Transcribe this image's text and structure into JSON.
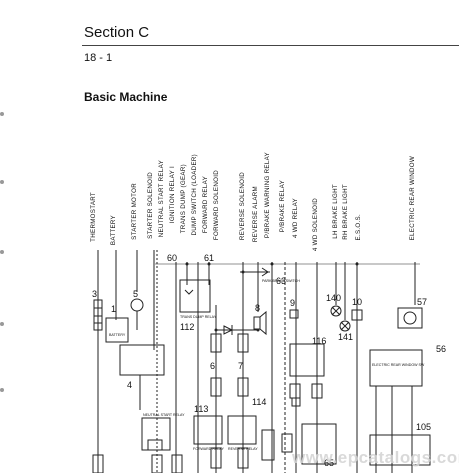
{
  "header": {
    "section": "Section C",
    "page_number": "18 - 1",
    "subtitle": "Basic Machine"
  },
  "components": [
    "THERMOSTART",
    "BATTERY",
    "STARTER MOTOR",
    "STARTER SOLENOID",
    "NEUTRAL START RELAY",
    "IGNITION RELAY I",
    "TRANS DUMP (GEAR)",
    "DUMP SWITCH (LOADER)",
    "FORWARD RELAY",
    "FORWARD SOLENOID",
    "REVERSE SOLENOID",
    "REVERSE ALARM",
    "P/BRAKE WARNING RELAY",
    "P/BRAKE RELAY",
    "4 WD RELAY",
    "4 WD SOLENOID",
    "LH BRAKE LIGHT",
    "RH BRAKE LIGHT",
    "E.S.O.S.",
    "ELECTRIC REAR WINDOW"
  ],
  "numbers": {
    "n3": "3",
    "n5": "5",
    "n1": "1",
    "n4": "4",
    "n60": "60",
    "n61": "61",
    "n63": "63",
    "n112": "112",
    "n6": "6",
    "n7": "7",
    "n8": "8",
    "n113": "113",
    "n114": "114",
    "n9": "9",
    "n116": "116",
    "n140": "140",
    "n141": "141",
    "n10": "10",
    "n57": "57",
    "n56": "56",
    "n105": "105",
    "n65": "65"
  },
  "small_labels": {
    "battery": "BATTERY",
    "neutral_start_relay": "NEUTRAL START RELAY",
    "trans_dump_relay": "TRANS DUMP RELAY",
    "forward_relay": "FORWARD RELAY",
    "reverse_relay": "REVERSE RELAY",
    "park_brake_switch": "PARK BRAKE SWITCH",
    "elec_rear_window_switch": "ELECTRIC REAR WINDOW SW"
  },
  "watermark": "www.epcatalogs.com"
}
